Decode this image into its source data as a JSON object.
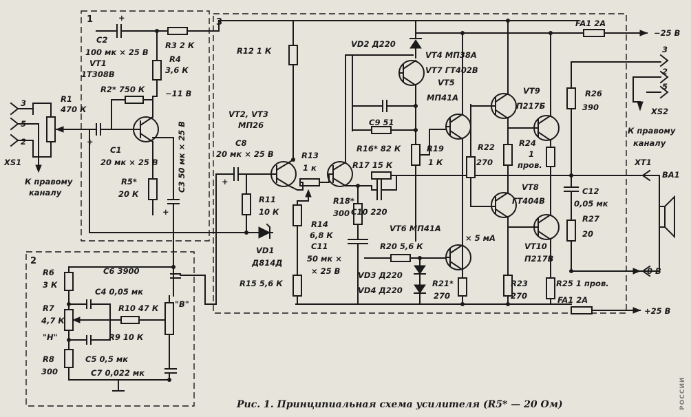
{
  "figure": {
    "caption": "Рис. 1. Принципиальная схема усилителя (R5* — 20 Ом)",
    "side_text": "РОССИИ"
  },
  "blocks": {
    "b1": "1",
    "b2": "2",
    "b3": "3"
  },
  "connectors": {
    "xs1": "XS1",
    "xs1_p3": "3",
    "xs1_p5": "5",
    "xs1_p2": "2",
    "xs1_note_1": "К правому",
    "xs1_note_2": "каналу",
    "xs2": "XS2",
    "xs2_p3": "3",
    "xs2_p2": "2",
    "xs2_p5": "5",
    "xs2_note_1": "К правому",
    "xs2_note_2": "каналу",
    "xt1": "XT1",
    "ba1": "BA1"
  },
  "rails": {
    "minus_25": "−25 В",
    "plus_25": "+25 В",
    "zero": "0 В",
    "fa1_top": "FA1  2A",
    "fa1_bottom": "FA1  2A",
    "minus_11": "−11 В"
  },
  "components": {
    "r1": "R1",
    "r1_val": "470 К",
    "c1": "C1",
    "c1_val": "20 мк × 25 В",
    "c2_full": "C2",
    "c2_val": "100 мк × 25 В",
    "r3": "R3  2 К",
    "r4": "R4",
    "r4_val": "3,6 К",
    "vt1": "VT1",
    "vt1_type": "1Т308В",
    "r2": "R2* 750 К",
    "r5": "R5*",
    "r5_val": "20 К",
    "c3": "С3   50 мк × 25 В",
    "r6": "R6",
    "r6_val": "3 К",
    "c4": "C4  0,05 мк",
    "c6": "C6  3900",
    "r7": "R7",
    "r7_val": "4,7 К",
    "r10": "R10  47 К",
    "vch": "\"В\"",
    "nch": "\"Н\"",
    "r9": "R9  10 К",
    "c5": "C5  0,5 мк",
    "r8": "R8",
    "r8_val": "300",
    "c7": "C7  0,022 мк",
    "r12": "R12  1 К",
    "vt23": "VT2, VT3",
    "vt23_type": "МП26",
    "c8": "C8",
    "c8_val": "20 мк × 25 В",
    "r11": "R11",
    "r11_val": "10 К",
    "vd1": "VD1",
    "vd1_type": "Д814Д",
    "r13": "R13",
    "r13_val": "1 к",
    "r14": "R14",
    "r14_val": "6,8 К",
    "r15": "R15  5,6 К",
    "r18": "R18*",
    "r18_val": "300",
    "r17": "R17  15 К",
    "c10": "C10  220",
    "c11": "C11",
    "c11_val": "50 мк ×",
    "c11_val2": "× 25 В",
    "vd2": "VD2  Д220",
    "vt4": "VT4  МП38А",
    "vt7": "VT7  ГТ402В",
    "vt5": "VT5",
    "vt5_type": "МП41А",
    "c9": "C9  51",
    "r16": "R16* 82 К",
    "r19": "R19",
    "r19_val": "1 К",
    "r22": "R22",
    "r22_val": "270",
    "vt9": "VT9",
    "vt9_type": "П217Б",
    "r24": "R24",
    "r24_val": "1",
    "r24_note": "пров.",
    "r26": "R26",
    "r26_val": "390",
    "vt8": "VT8",
    "vt8_type": "ГТ404В",
    "vt6": "VT6  МП41А",
    "ma5": "× 5 мА",
    "r20": "R20  5,6 К",
    "vd3": "VD3  Д220",
    "vd4": "VD4  Д220",
    "r21": "R21*",
    "r21_val": "270",
    "vt10": "VT10",
    "vt10_type": "П217В",
    "r23": "R23",
    "r23_val": "270",
    "r25": "R25  1 пров.",
    "c12": "C12",
    "c12_val": "0,05 мк",
    "r27": "R27",
    "r27_val": "20"
  }
}
